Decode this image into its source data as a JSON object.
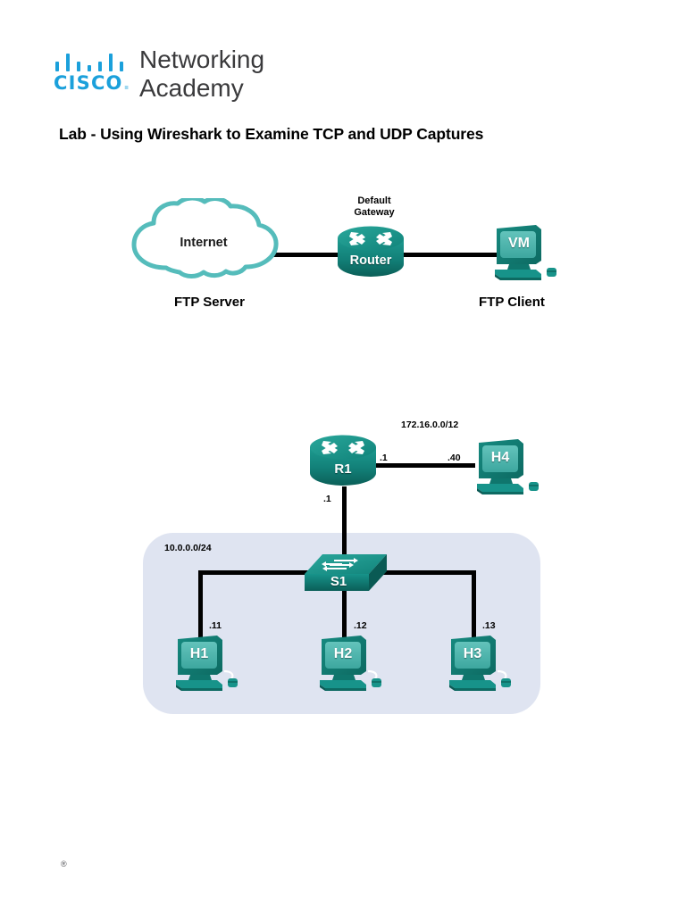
{
  "branding": {
    "logo_icon": "cisco-logo-bars-icon",
    "cisco_wordmark": "CISCO",
    "cisco_wordmark_trademark": ".",
    "academy_text": "Networking\nAcademy",
    "bar_color": "#1ba0db",
    "text_color": "#3a3a3c"
  },
  "title": "Lab - Using Wireshark to Examine TCP and UDP Captures",
  "topology_1": {
    "name": "FTP topology",
    "cloud": {
      "label": "Internet",
      "caption": "FTP Server",
      "stroke_color": "#5cbcbc"
    },
    "router": {
      "label": "Router",
      "caption_top": "Default\nGateway",
      "body_color": "#15817c"
    },
    "client": {
      "label": "VM",
      "caption": "FTP Client",
      "body_color": "#14827c"
    }
  },
  "topology_2": {
    "name": "R1 LAN topology",
    "wan_network": "172.16.0.0/12",
    "lan_network": "10.0.0.0/24",
    "router": {
      "label": "R1",
      "lan_octet": ".1",
      "wan_octet": ".1"
    },
    "switch": {
      "label": "S1"
    },
    "hosts": [
      {
        "label": "H4",
        "octet": ".40"
      },
      {
        "label": "H1",
        "octet": ".11"
      },
      {
        "label": "H2",
        "octet": ".12"
      },
      {
        "label": "H3",
        "octet": ".13"
      }
    ],
    "zone_color": "#dfe4f1"
  },
  "footer": {
    "mark": "®"
  },
  "logo_bars": [
    {
      "height": 11
    },
    {
      "height": 20
    },
    {
      "height": 11
    },
    {
      "height": 7
    },
    {
      "height": 11
    },
    {
      "height": 20
    },
    {
      "height": 11
    }
  ]
}
